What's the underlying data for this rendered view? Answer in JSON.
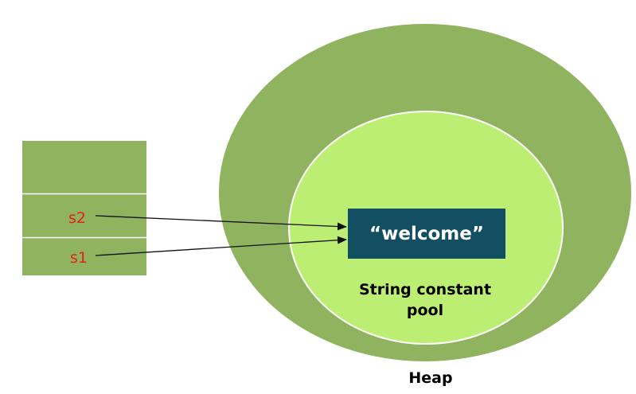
{
  "stack": {
    "references": [
      {
        "name": "s2"
      },
      {
        "name": "s1"
      }
    ]
  },
  "heap": {
    "label": "Heap",
    "pool": {
      "label_line1": "String constant",
      "label_line2": "pool",
      "object": {
        "value": "“welcome”"
      }
    }
  },
  "colors": {
    "heap_fill": "#8fb35f",
    "pool_fill": "#bdee74",
    "pool_stroke": "#ffffff",
    "stack_fill": "#8fb35f",
    "stack_divider": "#ffffff",
    "object_fill": "#134f63",
    "object_text": "#ffffff",
    "ref_text": "#e2211c",
    "arrow": "#111111",
    "text": "#000000"
  }
}
